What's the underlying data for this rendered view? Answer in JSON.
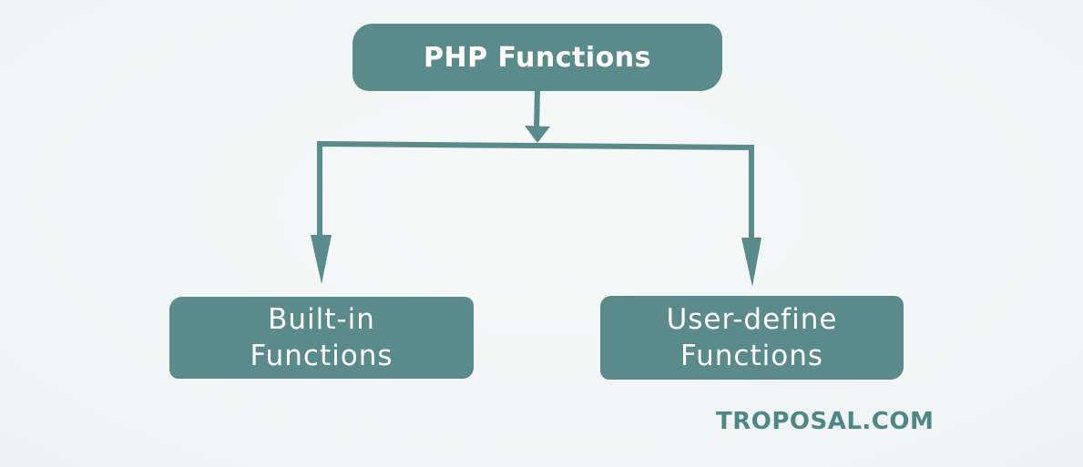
{
  "colors": {
    "box_fill": "#5b8a8a",
    "line": "#5b8a8a",
    "text_on_box": "#ffffff",
    "watermark": "#4f8686"
  },
  "diagram": {
    "root": {
      "label": "PHP Functions"
    },
    "children": [
      {
        "label": "Built-in\nFunctions"
      },
      {
        "label": "User-define\nFunctions"
      }
    ]
  },
  "watermark": "TROPOSAL.COM"
}
